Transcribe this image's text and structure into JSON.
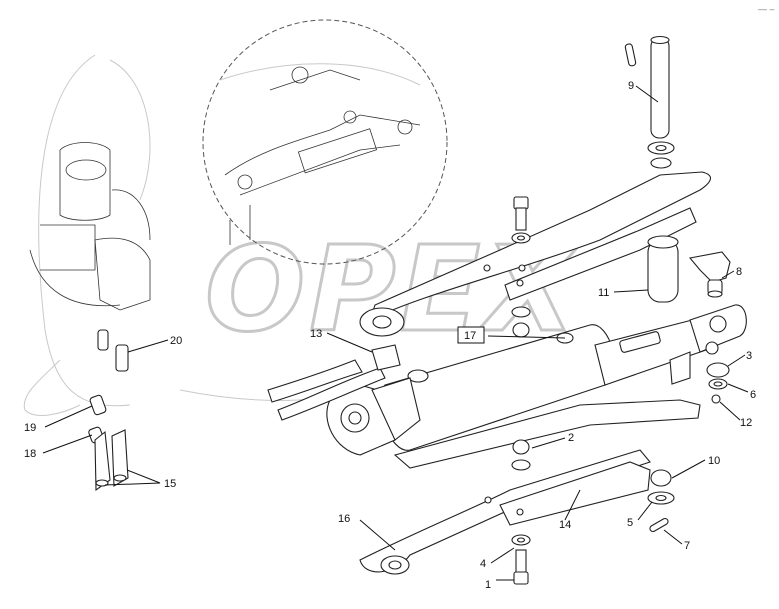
{
  "diagram": {
    "watermark": "OPEX",
    "corner_mark": "— –",
    "callouts": [
      {
        "id": "c1",
        "label": "1"
      },
      {
        "id": "c2",
        "label": "2"
      },
      {
        "id": "c3",
        "label": "3"
      },
      {
        "id": "c4",
        "label": "4"
      },
      {
        "id": "c5",
        "label": "5"
      },
      {
        "id": "c6",
        "label": "6"
      },
      {
        "id": "c7",
        "label": "7"
      },
      {
        "id": "c8",
        "label": "8"
      },
      {
        "id": "c9",
        "label": "9"
      },
      {
        "id": "c10",
        "label": "10"
      },
      {
        "id": "c11",
        "label": "11"
      },
      {
        "id": "c12",
        "label": "12"
      },
      {
        "id": "c13",
        "label": "13"
      },
      {
        "id": "c14",
        "label": "14"
      },
      {
        "id": "c15",
        "label": "15"
      },
      {
        "id": "c16",
        "label": "16"
      },
      {
        "id": "c17",
        "label": "17"
      },
      {
        "id": "c18",
        "label": "18"
      },
      {
        "id": "c19",
        "label": "19"
      },
      {
        "id": "c20",
        "label": "20"
      }
    ]
  }
}
